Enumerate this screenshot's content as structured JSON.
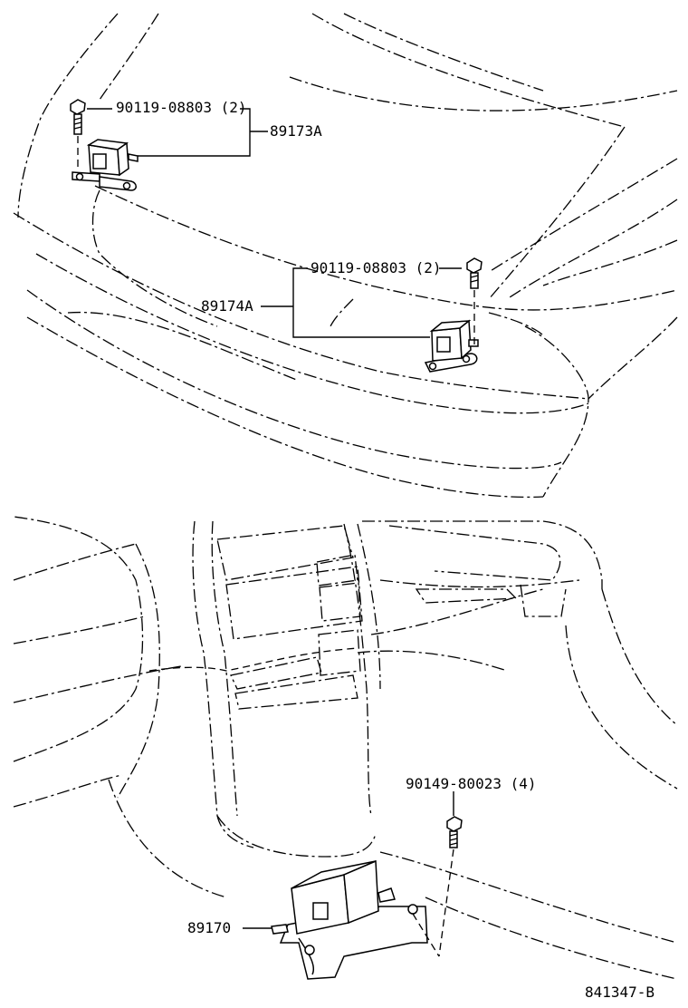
{
  "callouts": {
    "bolt_top": "90119-08803 (2)",
    "sensor_left": "89173A",
    "bolt_mid": "90119-08803 (2)",
    "sensor_right": "89174A",
    "bolt_bottom": "90149-80023 (4)",
    "ecu": "89170"
  },
  "figure_id": "841347-B"
}
